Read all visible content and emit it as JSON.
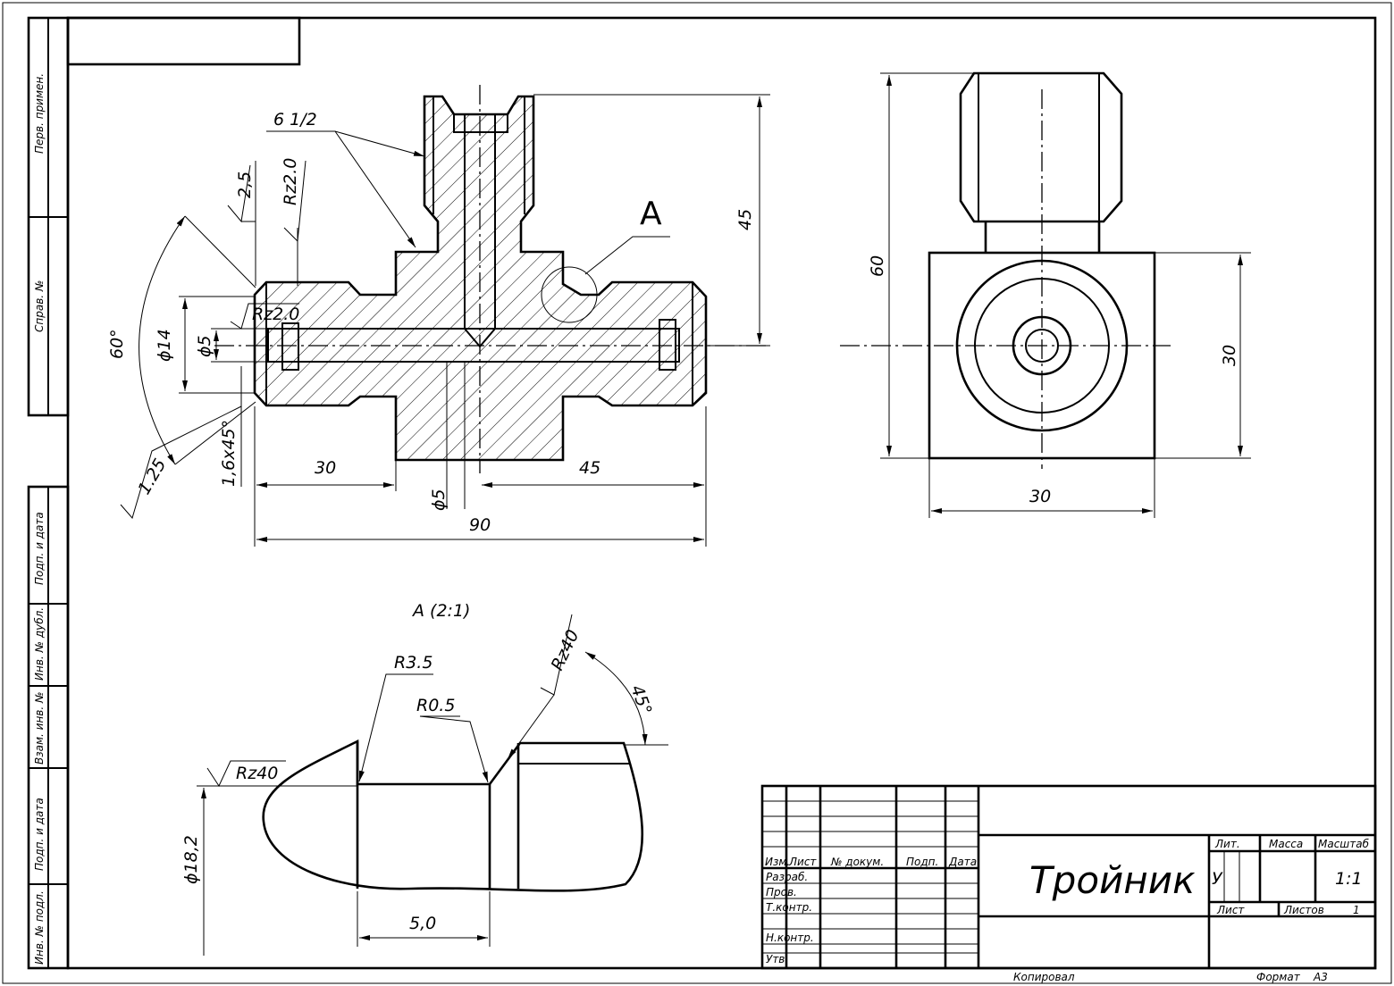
{
  "title_block": {
    "part_name": "Тройник",
    "col_izm": "Изм.",
    "col_list": "Лист",
    "col_doc": "№ докум.",
    "col_sign": "Подп.",
    "col_date": "Дата",
    "row_razrab": "Разраб.",
    "row_prov": "Пров.",
    "row_tkontr": "Т.контр.",
    "row_nkontr": "Н.контр.",
    "row_utv": "Утв.",
    "hdr_lit": "Лит.",
    "hdr_massa": "Масса",
    "hdr_scale": "Масштаб",
    "lit_value": "У",
    "scale_value": "1:1",
    "sheet_label": "Лист",
    "sheets_label": "Листов",
    "sheets_value": "1",
    "copied_label": "Копировал",
    "format_label": "Формат",
    "format_value": "А3"
  },
  "side_stamps": {
    "perv_primen": "Перв. примен.",
    "sprav_no": "Справ. №",
    "podp_data_1": "Подп. и дата",
    "inv_dubl": "Инв. № дубл.",
    "vzam_inv": "Взам. инв. №",
    "podp_data_2": "Подп. и дата",
    "inv_podl": "Инв. № подл."
  },
  "main_view": {
    "thread": "6 1/2",
    "rough_25": "2,5",
    "rough_rz20_top": "Rz2.0",
    "rough_rz20_bore": "Rz2.0",
    "rough_125": "1.25",
    "angle_60": "60°",
    "dia_14": "ϕ14",
    "dia_5_left": "ϕ5",
    "chamfer": "1,6x45°",
    "dia_5_bottom": "ϕ5",
    "dim_30": "30",
    "dim_45_h": "45",
    "dim_90": "90",
    "dim_45_v": "45",
    "detail_letter": "A"
  },
  "side_view": {
    "dim_60": "60",
    "dim_30_v": "30",
    "dim_30_h": "30"
  },
  "detail_view": {
    "title": "A (2:1)",
    "r35": "R3.5",
    "r05": "R0.5",
    "rz40_top": "Rz40",
    "rz40_left": "Rz40",
    "angle_45": "45°",
    "dia_182": "ϕ18,2",
    "dim_50": "5,0"
  }
}
